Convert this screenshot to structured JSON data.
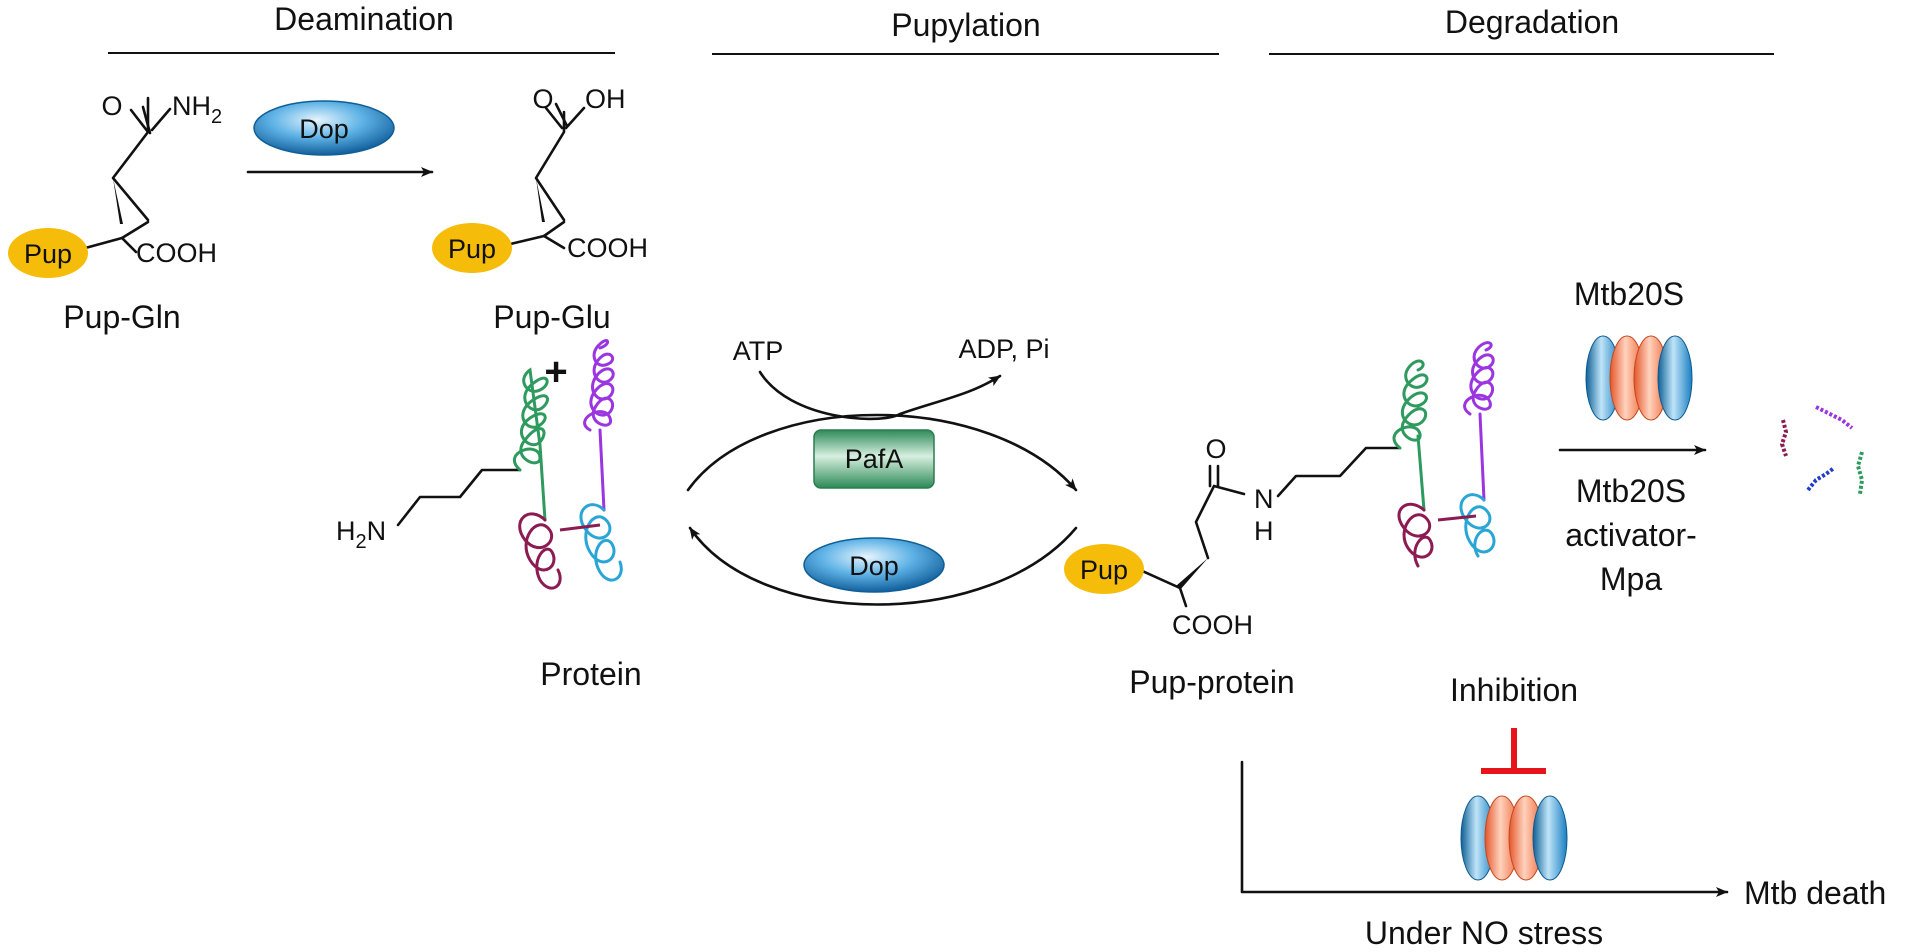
{
  "headers": {
    "deamination": "Deamination",
    "pupylation": "Pupylation",
    "degradation": "Degradation"
  },
  "pup_gln": {
    "pup": "Pup",
    "o": "O",
    "nh2": "NH",
    "nh2_sub": "2",
    "cooh": "COOH",
    "name": "Pup-Gln"
  },
  "dop_top": "Dop",
  "pup_glu": {
    "pup": "Pup",
    "o": "O",
    "oh": "OH",
    "cooh": "COOH",
    "name": "Pup-Glu"
  },
  "plus": "+",
  "protein": {
    "h2n_h": "H",
    "h2n_sub": "2",
    "h2n_n": "N",
    "name": "Protein"
  },
  "pupylation": {
    "atp": "ATP",
    "adp": "ADP, Pi",
    "pafa": "PafA",
    "dop": "Dop"
  },
  "pup_protein": {
    "o": "O",
    "n": "N",
    "h": "H",
    "pup": "Pup",
    "cooh": "COOH",
    "name": "Pup-protein"
  },
  "degradation": {
    "mtb20s": "Mtb20S",
    "activator_1": "Mtb20S",
    "activator_2": "activator-",
    "activator_3": "Mpa",
    "inhibition": "Inhibition",
    "no_stress": "Under NO stress",
    "death": "Mtb death"
  },
  "colors": {
    "pup_yellow": "#f5bd0a",
    "dop_blue": "#1a7fc2",
    "pafa_green": "#2e9a5e",
    "proteasome_blue": "#1f8ccc",
    "proteasome_orange": "#f07a4a",
    "inhibit_red": "#e8141c",
    "helix_green": "#2e9a5e",
    "helix_purple": "#9a35e0",
    "helix_maroon": "#8c1b52",
    "helix_cyan": "#2aa6d6"
  }
}
